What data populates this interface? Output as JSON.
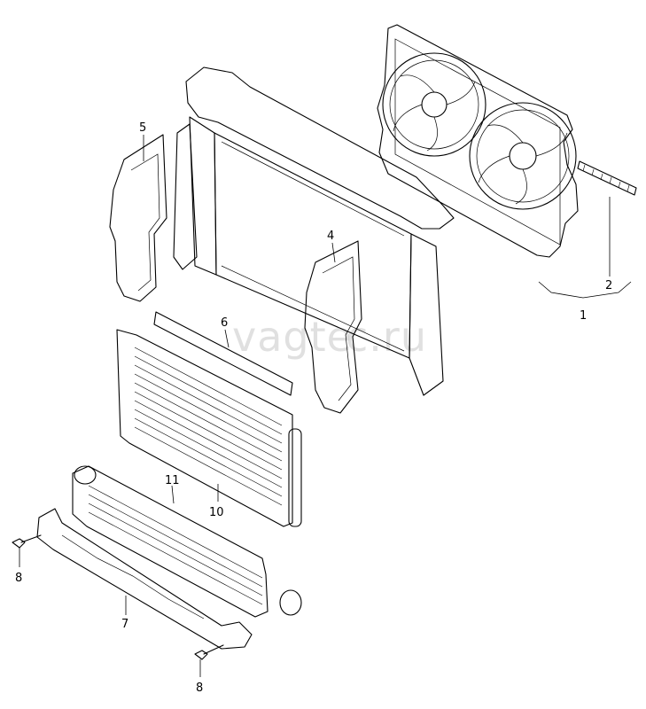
{
  "watermark": "vagte",
  "watermark_tail": "c.ru",
  "callouts": {
    "c1": "1",
    "c2": "2",
    "c4": "4",
    "c5": "5",
    "c6": "6",
    "c7": "7",
    "c8a": "8",
    "c8b": "8",
    "c10": "10",
    "c11": "11"
  }
}
